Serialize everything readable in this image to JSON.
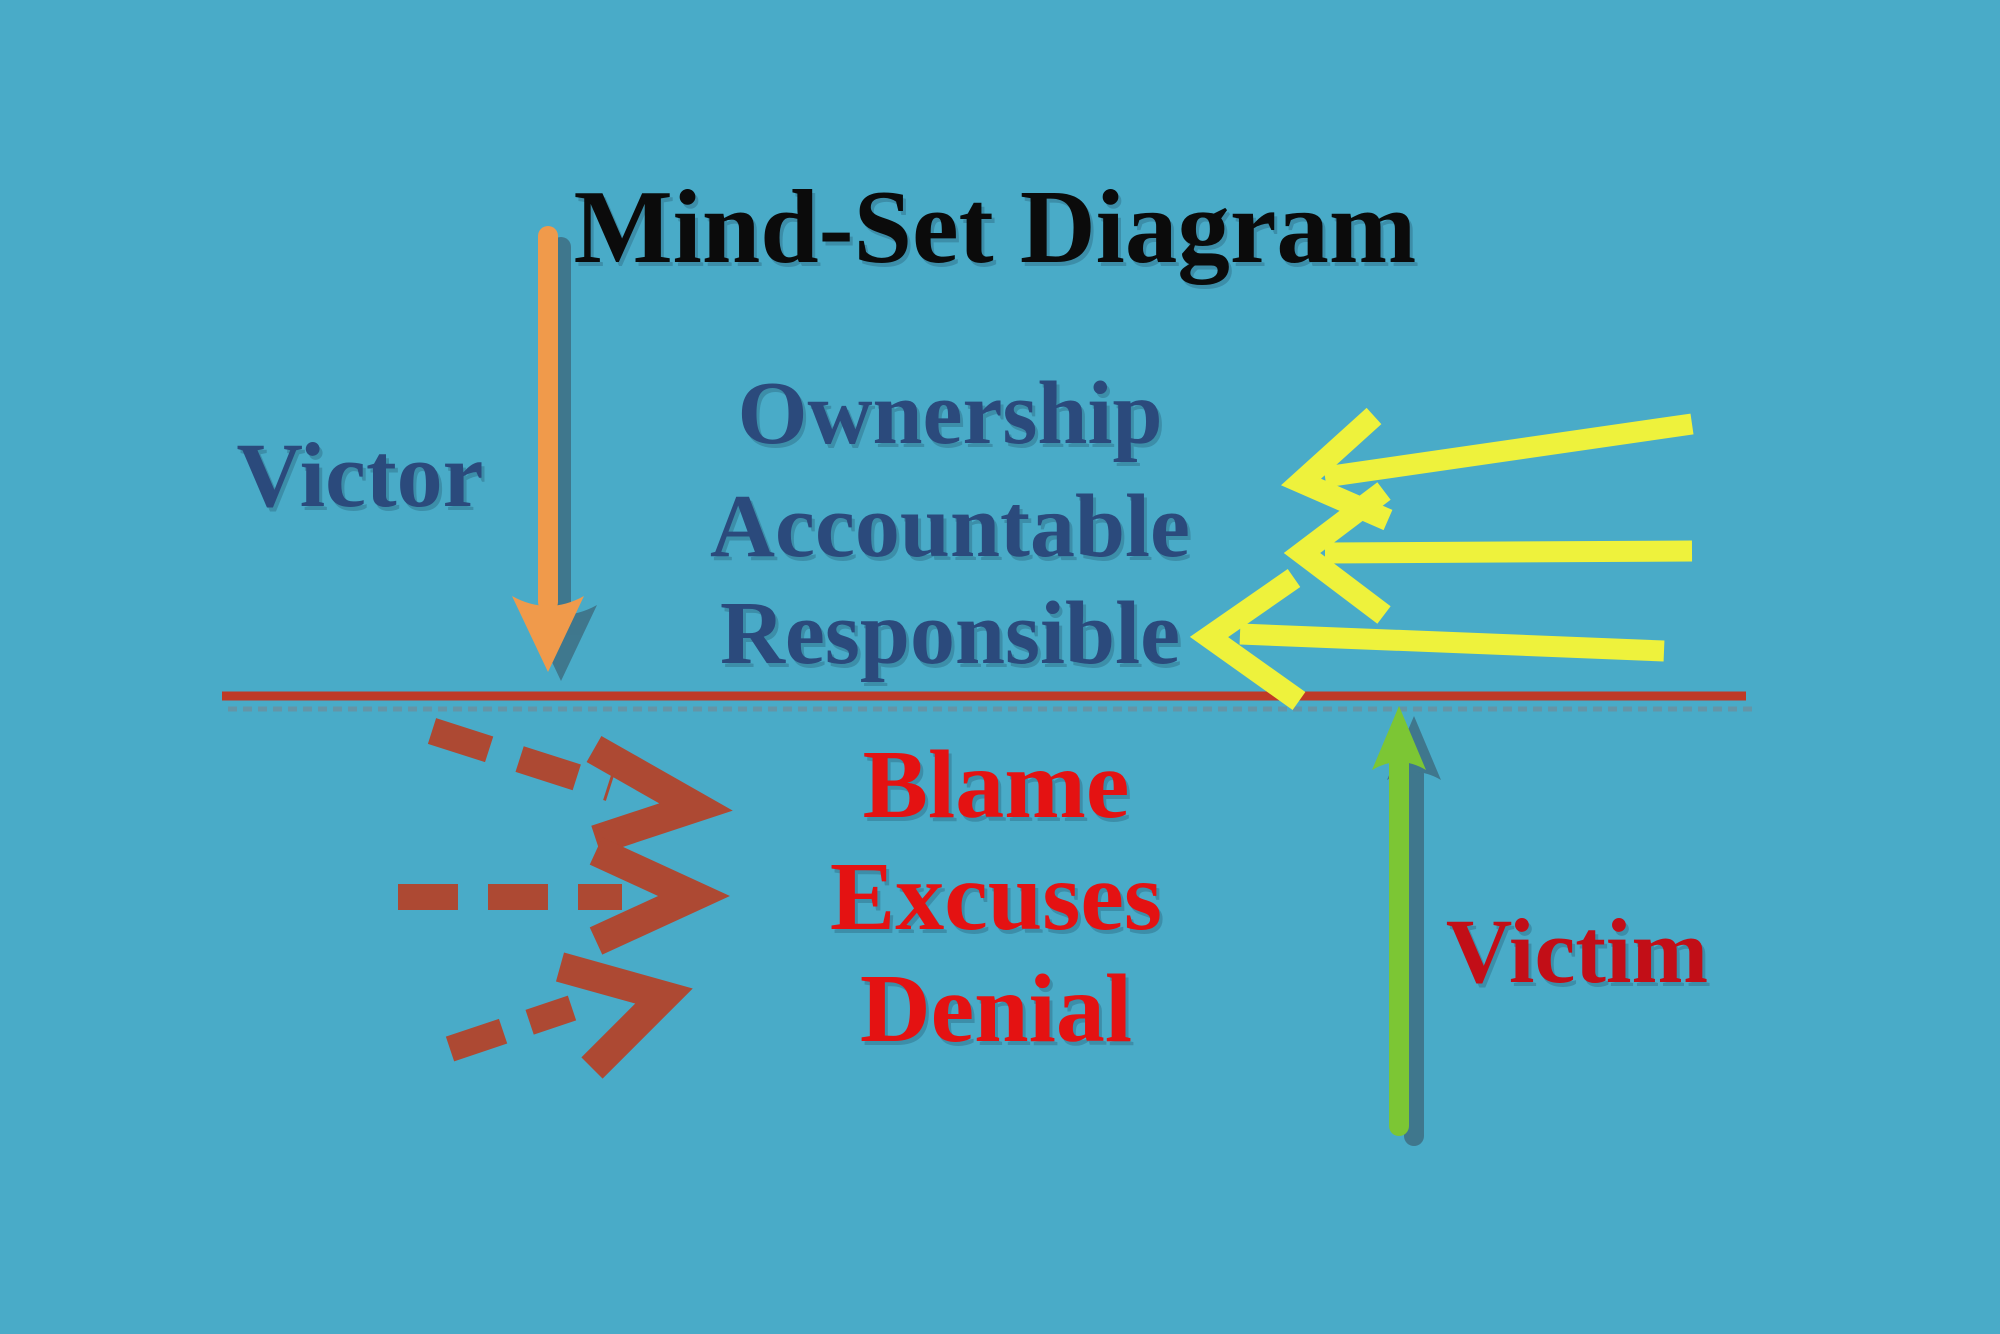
{
  "title": "Mind-Set Diagram",
  "above_line": {
    "side_label": "Victor",
    "traits": [
      "Ownership",
      "Accountable",
      "Responsible"
    ]
  },
  "below_line": {
    "side_label": "Victim",
    "traits": [
      "Blame",
      "Excuses",
      "Denial"
    ]
  },
  "colors": {
    "background": "#49abc8",
    "title": "#0b0b0b",
    "positive_traits": "#2b4a7c",
    "victor_label": "#2b4a7c",
    "negative_traits": "#e41212",
    "victim_label": "#c20e17",
    "victor_arrow": "#f09a4b",
    "victim_arrow": "#7cc634",
    "incoming_arrows": "#eef23c",
    "dashed_arrows": "#ad4933",
    "divider": "#bf3a27",
    "divider_shadow": "#6d8e9d",
    "arrow_shadow": "#3e7287"
  }
}
